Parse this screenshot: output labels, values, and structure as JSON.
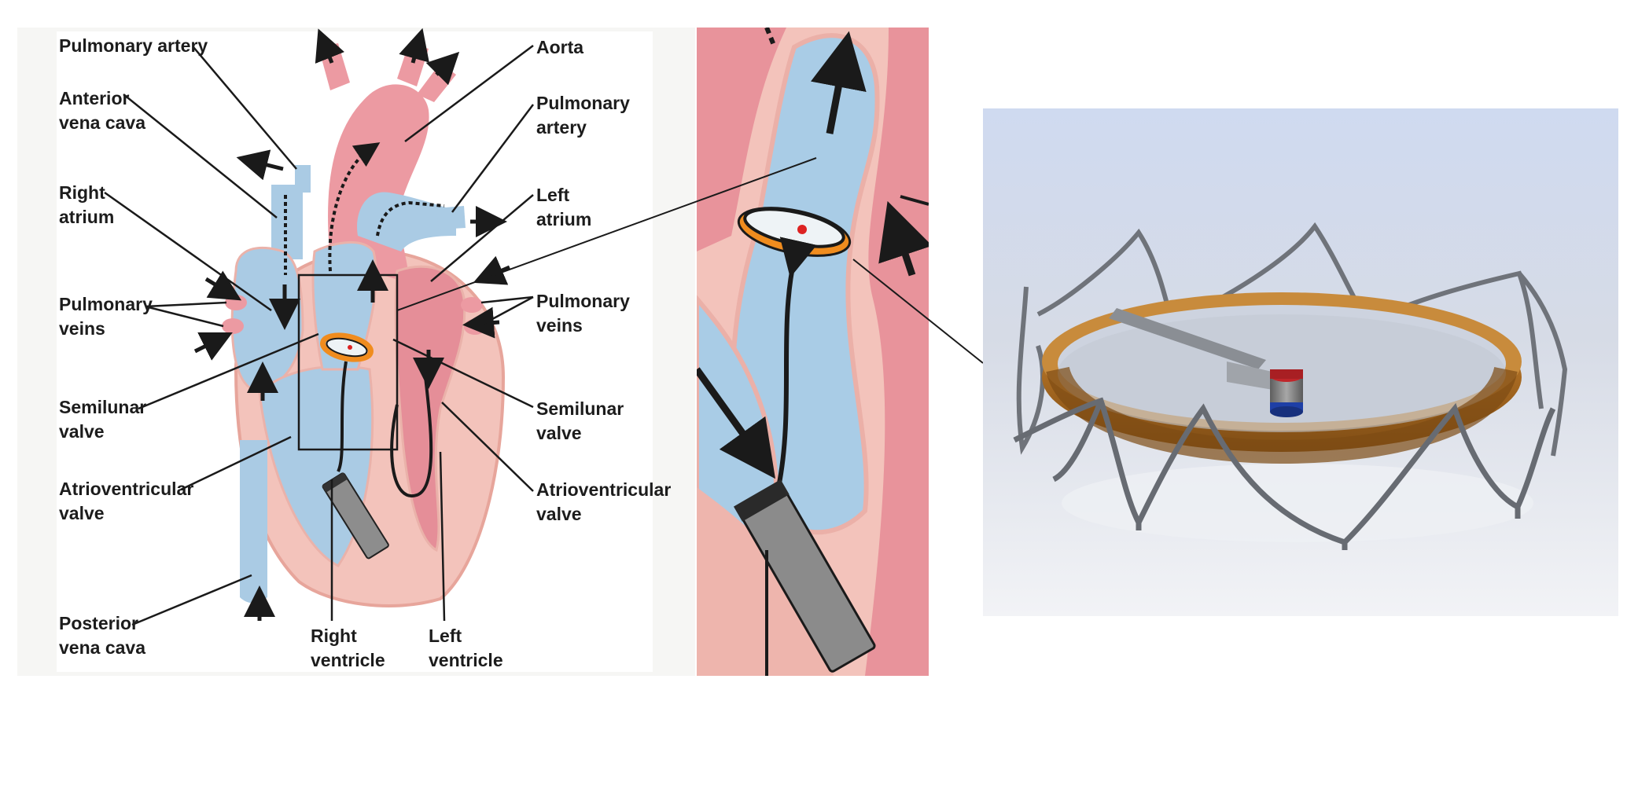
{
  "labels": {
    "pulmonary_artery_left": [
      "Pulmonary artery"
    ],
    "anterior_vena_cava": [
      "Anterior",
      "vena cava"
    ],
    "right_atrium": [
      "Right",
      "atrium"
    ],
    "pulmonary_veins_left": [
      "Pulmonary",
      "veins"
    ],
    "semilunar_valve_left": [
      "Semilunar",
      "valve"
    ],
    "atrioventricular_valve_left": [
      "Atrioventricular",
      "valve"
    ],
    "posterior_vena_cava": [
      "Posterior",
      "vena cava"
    ],
    "right_ventricle": [
      "Right",
      "ventricle"
    ],
    "left_ventricle": [
      "Left",
      "ventricle"
    ],
    "aorta": [
      "Aorta"
    ],
    "pulmonary_artery_right": [
      "Pulmonary",
      "artery"
    ],
    "left_atrium": [
      "Left",
      "atrium"
    ],
    "pulmonary_veins_right": [
      "Pulmonary",
      "veins"
    ],
    "semilunar_valve_right": [
      "Semilunar",
      "valve"
    ],
    "atrioventricular_valve_right": [
      "Atrioventricular",
      "valve"
    ]
  },
  "colors": {
    "deoxygenated_blue": "#a9cce6",
    "oxygenated_red": "#e8939b",
    "muscle_pink": "#f3c3bb",
    "device_ring_orange": "#f08c1e",
    "cad_ring_bronze": "#b8762a",
    "cad_frame_gray": "#7b7f85",
    "magnet_red": "#c0262a",
    "magnet_blue": "#1e3fa6"
  }
}
